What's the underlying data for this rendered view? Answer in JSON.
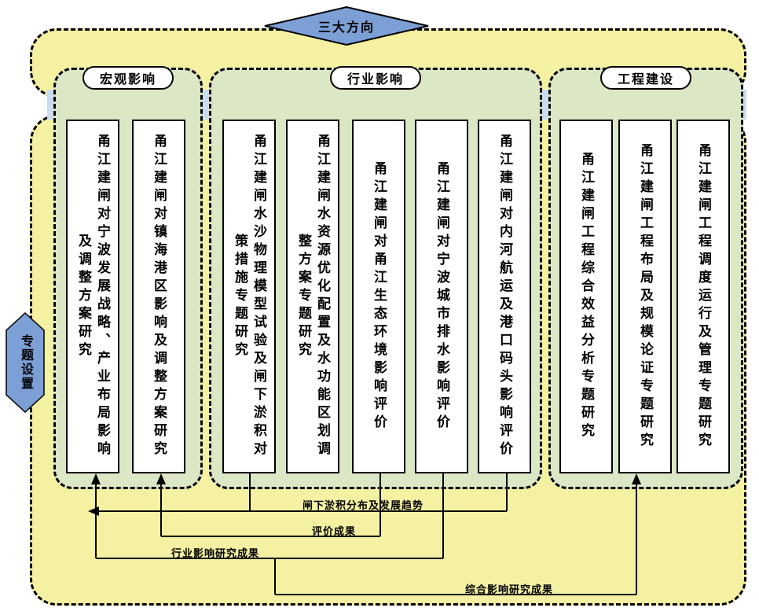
{
  "diagram": {
    "top_diamond": "三大方向",
    "side_hexagon": "专题设置",
    "groups": [
      {
        "label": "宏观影响",
        "topics": [
          "甬江建闸对宁波发展战略、产业布局影响及调整方案研究",
          "甬江建闸对镇海港区影响及调整方案研究"
        ]
      },
      {
        "label": "行业影响",
        "topics": [
          "甬江建闸水沙物理模型试验及闸下淤积对策措施专题研究",
          "甬江建闸水资源优化配置及水功能区划调整方案专题研究",
          "甬江建闸对甬江生态环境影响评价",
          "甬江建闸对宁波城市排水影响评价",
          "甬江建闸对内河航运及港口码头影响评价"
        ]
      },
      {
        "label": "工程建设",
        "topics": [
          "甬江建闸工程综合效益分析专题研究",
          "甬江建闸工程布局及规模论证专题研究",
          "甬江建闸工程调度运行及管理专题研究"
        ]
      }
    ],
    "flow_labels": {
      "siltation": "闸下淤积分布及发展趋势",
      "evaluation": "评价成果",
      "industry": "行业影响研究成果",
      "comprehensive": "综合影响研究成果"
    },
    "colors": {
      "yellow_container": "#F5F1A2",
      "green_group": "#DCE7C6",
      "blue_band": "#CBDCF0",
      "shape_blue": "#7C9FD6"
    }
  }
}
